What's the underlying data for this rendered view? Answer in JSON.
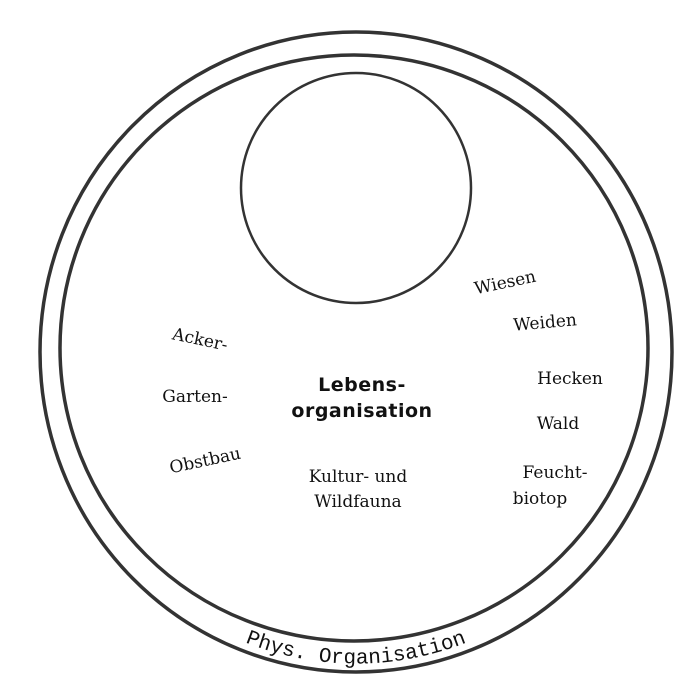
{
  "diagram": {
    "outer_label": "Phys. Organisation",
    "center_title": [
      "Lebens-",
      "organisation"
    ],
    "fauna": [
      "Kultur- und",
      "Wildfauna"
    ],
    "left_labels": [
      "Acker-",
      "Garten-",
      "Obstbau"
    ],
    "right_labels": [
      "Wiesen",
      "Weiden",
      "Hecken",
      "Wald",
      "Feucht-",
      "biotop"
    ]
  }
}
